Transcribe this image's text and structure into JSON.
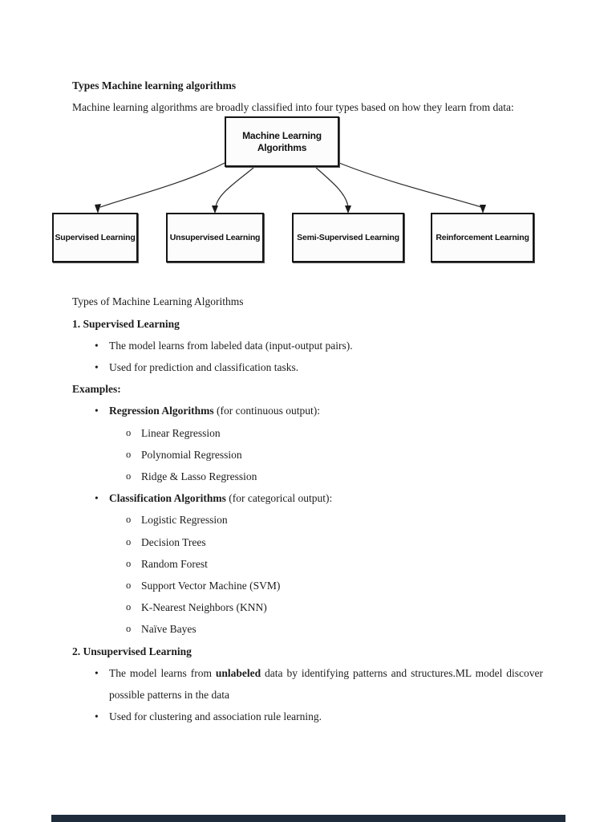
{
  "document": {
    "title": "Types Machine learning algorithms",
    "intro": "Machine learning algorithms are broadly classified into four types based on how they learn from data:",
    "section_heading": "Types of Machine Learning Algorithms"
  },
  "diagram": {
    "root_label": "Machine Learning Algorithms",
    "children": [
      {
        "label": "Supervised Learning"
      },
      {
        "label": "Unsupervised Learning"
      },
      {
        "label": "Semi-Supervised Learning"
      },
      {
        "label": "Reinforcement Learning"
      }
    ]
  },
  "markers": {
    "l1": "•",
    "l2": "o"
  },
  "supervised": {
    "heading": "1. Supervised Learning",
    "bullets": [
      "The model learns from labeled data (input-output pairs).",
      "Used for prediction and classification tasks."
    ],
    "examples_heading": "Examples:",
    "groups": [
      {
        "lead_bold": "Regression Algorithms",
        "lead_rest": " (for continuous output):",
        "items": [
          "Linear Regression",
          "Polynomial Regression",
          "Ridge & Lasso Regression"
        ]
      },
      {
        "lead_bold": "Classification Algorithms",
        "lead_rest": " (for categorical output):",
        "items": [
          "Logistic Regression",
          "Decision Trees",
          "Random Forest",
          "Support Vector Machine (SVM)",
          "K-Nearest Neighbors (KNN)",
          "Naïve Bayes"
        ]
      }
    ]
  },
  "unsupervised": {
    "heading": "2. Unsupervised Learning",
    "bullet1_pre": "The model learns from ",
    "bullet1_bold": "unlabeled",
    "bullet1_post": " data by identifying patterns and structures.ML model discover possible patterns in the data",
    "bullet2": "Used for clustering and association rule learning."
  },
  "colors": {
    "text": "#1c1c1c",
    "box_border": "#151515",
    "next_page_bar": "#1e2c3c"
  }
}
